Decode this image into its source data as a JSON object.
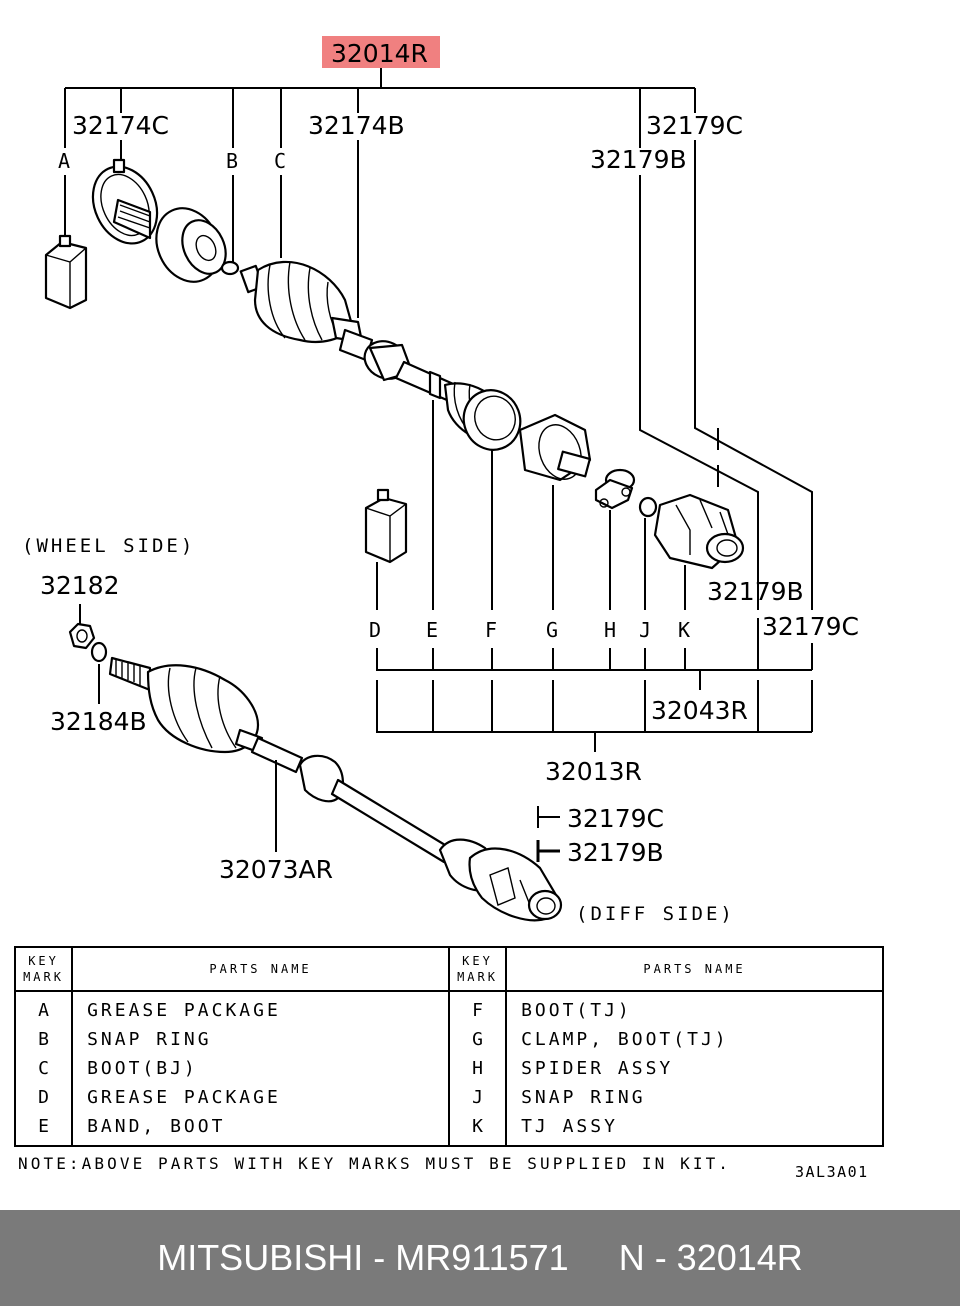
{
  "diagram": {
    "main_part": "32014R",
    "callouts": {
      "p32174C": "32174C",
      "p32174B": "32174B",
      "p32179C_top": "32179C",
      "p32179B_top": "32179B",
      "p32179B_right": "32179B",
      "p32179C_right": "32179C",
      "p32043R": "32043R",
      "p32013R": "32013R",
      "p32182": "32182",
      "p32184B": "32184B",
      "p32073AR": "32073AR",
      "p32179C_low": "32179C",
      "p32179B_low": "32179B"
    },
    "key_letters": {
      "A": "A",
      "B": "B",
      "C": "C",
      "D": "D",
      "E": "E",
      "F": "F",
      "G": "G",
      "H": "H",
      "J": "J",
      "K": "K"
    },
    "wheel_side": "(WHEEL SIDE)",
    "diff_side": "(DIFF SIDE)",
    "highlight_color": "#f08080"
  },
  "table": {
    "header_key": "KEY MARK",
    "header_key_line1": "KEY",
    "header_key_line2": "MARK",
    "header_name": "PARTS NAME",
    "left_rows": [
      {
        "key": "A",
        "name": "GREASE PACKAGE"
      },
      {
        "key": "B",
        "name": "SNAP RING"
      },
      {
        "key": "C",
        "name": "BOOT(BJ)"
      },
      {
        "key": "D",
        "name": "GREASE PACKAGE"
      },
      {
        "key": "E",
        "name": "BAND, BOOT"
      }
    ],
    "right_rows": [
      {
        "key": "F",
        "name": "BOOT(TJ)"
      },
      {
        "key": "G",
        "name": "CLAMP, BOOT(TJ)"
      },
      {
        "key": "H",
        "name": "SPIDER ASSY"
      },
      {
        "key": "J",
        "name": "SNAP RING"
      },
      {
        "key": "K",
        "name": "TJ ASSY"
      }
    ]
  },
  "note": "NOTE:ABOVE PARTS WITH KEY MARKS MUST BE SUPPLIED IN KIT.",
  "figure_code": "3AL3A01",
  "footer": {
    "brand": "MITSUBISHI",
    "separator": " - ",
    "part_number": "MR911571",
    "ref": "N - 32014R"
  }
}
